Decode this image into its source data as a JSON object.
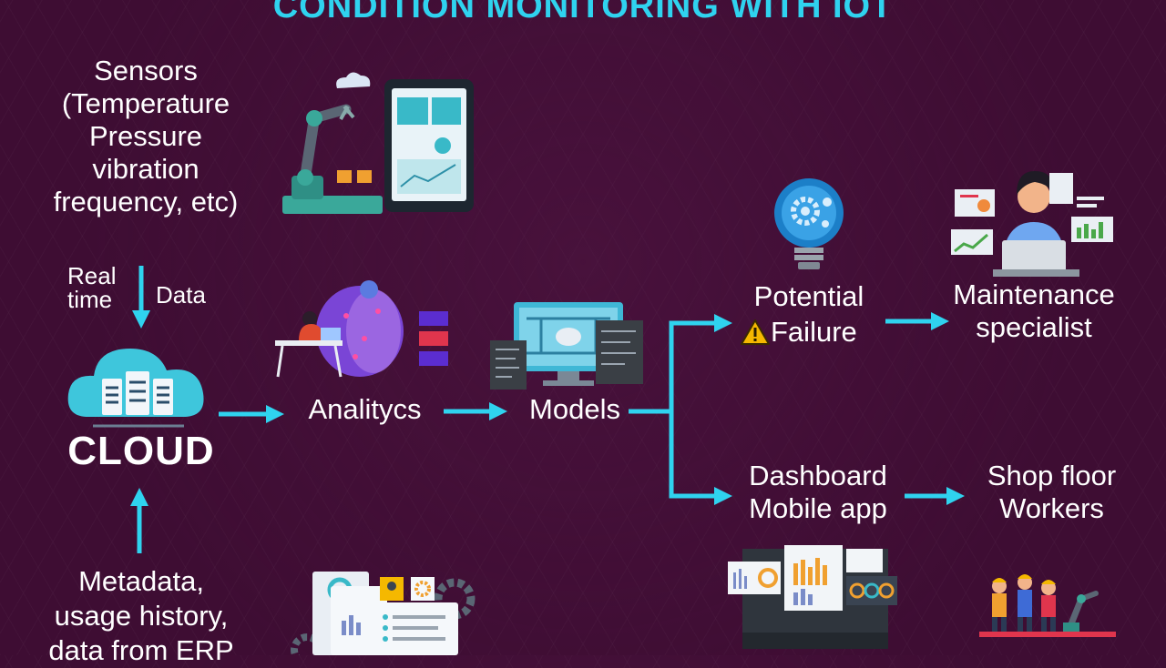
{
  "title": "CONDITION MONITORING WITH IOT",
  "nodes": {
    "sensors": [
      "Sensors",
      "(Temperature",
      "Pressure",
      "vibration",
      "frequency, etc)"
    ],
    "real_time": [
      "Real",
      "time"
    ],
    "data": "Data",
    "cloud": "CLOUD",
    "analytics": "Analitycs",
    "models": "Models",
    "potential": "Potential",
    "failure": "Failure",
    "maintenance": [
      "Maintenance",
      "specialist"
    ],
    "dashboard": [
      "Dashboard",
      "Mobile app"
    ],
    "shop_floor": [
      "Shop floor",
      "Workers"
    ],
    "metadata": [
      "Metadata,",
      "usage history,",
      "data from ERP"
    ]
  },
  "colors": {
    "background": "#3e0d33",
    "accent": "#2fd3ef",
    "text": "#ffffff",
    "warning": "#f5b800"
  },
  "icons": [
    "robot-arm-tablet-icon",
    "cloud-server-icon",
    "brain-analyst-icon",
    "model-screen-icon",
    "lightbulb-gear-icon",
    "warning-icon",
    "maintenance-person-icon",
    "dashboard-screens-icon",
    "shop-workers-icon",
    "documents-gear-icon"
  ]
}
